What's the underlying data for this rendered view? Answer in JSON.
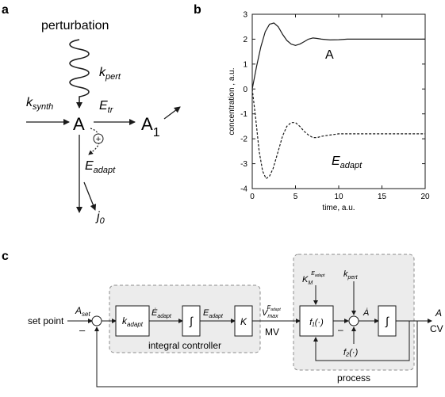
{
  "panels": {
    "a": {
      "letter": "a",
      "perturbation": "perturbation",
      "k_pert": {
        "base": "k",
        "sub": "pert"
      },
      "k_synth": {
        "base": "k",
        "sub": "synth"
      },
      "node_A": "A",
      "E_tr": {
        "base": "E",
        "sub": "tr"
      },
      "node_A1": {
        "base": "A",
        "sub": "1"
      },
      "plus": "+",
      "E_adapt": {
        "base": "E",
        "sub": "adapt"
      },
      "j0": {
        "base": "j",
        "sub": "0"
      }
    },
    "b": {
      "letter": "b",
      "curve_label_A": "A",
      "curve_label_E": {
        "base": "E",
        "sub": "adapt"
      }
    },
    "c": {
      "letter": "c",
      "set_point": "set point",
      "A_set": {
        "base": "A",
        "sub": "set"
      },
      "minus_left": "–",
      "k_adapt": {
        "base": "k",
        "sub": "adapt"
      },
      "E_dot": {
        "base": "Ė",
        "sub": "adapt"
      },
      "integral_sym": "∫",
      "E_adapt_sig": {
        "base": "E",
        "sub": "adapt"
      },
      "K": "K",
      "Vmax": {
        "base": "V",
        "sub": "max",
        "sup": "E",
        "supsub": "adapt"
      },
      "MV": "MV",
      "integral_controller": "integral controller",
      "KM": {
        "base": "K",
        "sub": "M",
        "sup": "E",
        "supsub": "adapt"
      },
      "k_pert": {
        "base": "k",
        "sub": "pert"
      },
      "f1": "f₁(·)",
      "f2": "f₂(·)",
      "minus_right": "–",
      "A_dot": "Ȧ",
      "integral_sym2": "∫",
      "output_A": "A",
      "CV": "CV",
      "process": "process"
    }
  },
  "chart_data": {
    "type": "line",
    "title": "",
    "xlabel": "time, a.u.",
    "ylabel": "concentration , a.u.",
    "xlim": [
      0,
      20
    ],
    "ylim": [
      -4,
      3
    ],
    "xticks": [
      0,
      5,
      10,
      15,
      20
    ],
    "yticks": [
      -4,
      -3,
      -2,
      -1,
      0,
      1,
      2,
      3
    ],
    "grid": false,
    "series": [
      {
        "name": "A",
        "style": "solid",
        "x": [
          0,
          0.5,
          1,
          1.5,
          2,
          2.5,
          3,
          3.5,
          4,
          4.5,
          5,
          5.5,
          6,
          6.5,
          7,
          7.5,
          8,
          9,
          10,
          11,
          12,
          14,
          16,
          18,
          20
        ],
        "y": [
          0,
          0.9,
          1.7,
          2.3,
          2.6,
          2.65,
          2.5,
          2.2,
          1.95,
          1.8,
          1.75,
          1.8,
          1.9,
          2.0,
          2.05,
          2.03,
          2.0,
          1.97,
          1.98,
          2.0,
          2.0,
          2.0,
          2.0,
          2.0,
          2.0
        ]
      },
      {
        "name": "E_adapt",
        "style": "dashed",
        "x": [
          0,
          0.4,
          0.8,
          1.2,
          1.6,
          2.0,
          2.4,
          3.0,
          3.5,
          4.0,
          4.5,
          5.0,
          5.5,
          6.0,
          6.5,
          7.0,
          7.5,
          8.0,
          9.0,
          10,
          12,
          14,
          16,
          18,
          20
        ],
        "y": [
          0,
          -1.2,
          -2.5,
          -3.3,
          -3.6,
          -3.5,
          -3.2,
          -2.5,
          -1.9,
          -1.5,
          -1.35,
          -1.35,
          -1.5,
          -1.7,
          -1.85,
          -1.95,
          -1.95,
          -1.9,
          -1.85,
          -1.8,
          -1.8,
          -1.8,
          -1.8,
          -1.8,
          -1.8
        ]
      }
    ]
  }
}
